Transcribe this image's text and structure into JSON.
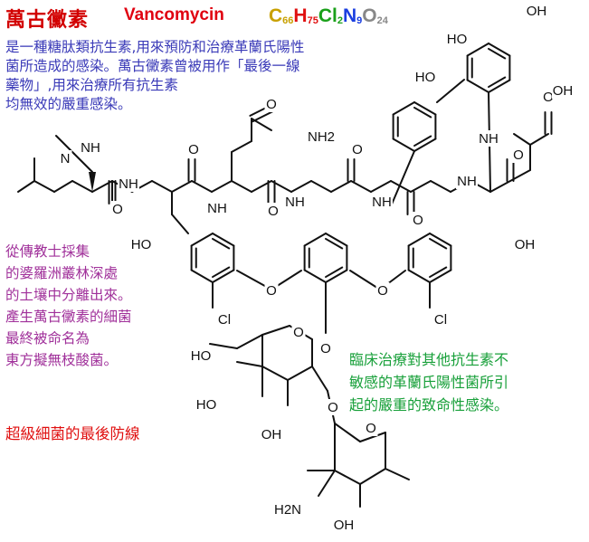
{
  "header": {
    "title_cn": "萬古黴素",
    "title_en": "Vancomycin",
    "formula": [
      {
        "el": "C",
        "n": "66"
      },
      {
        "el": "H",
        "n": "75"
      },
      {
        "el": "Cl",
        "n": "2"
      },
      {
        "el": "N",
        "n": "9"
      },
      {
        "el": "O",
        "n": "24"
      }
    ]
  },
  "description": [
    "是一種糖肽類抗生素,用來預防和治療革蘭氏陽性",
    "菌所造成的感染。萬古黴素曾被用作「最後一線",
    "藥物」,用來治療所有抗生素",
    "均無效的嚴重感染。"
  ],
  "origin": [
    "從傳教士採集",
    "的婆羅洲叢林深處",
    "的土壤中分離出來。",
    "產生萬古黴素的細菌",
    "最終被命名為",
    "東方擬無枝酸菌。"
  ],
  "usage": [
    "臨床治療對其他抗生素不",
    "敏感的革蘭氏陽性菌所引",
    "起的嚴重的致命性感染。"
  ],
  "slogan": "超級細菌的最後防線",
  "structure_labels": {
    "N": "N",
    "H": "H",
    "NH2": "NH2",
    "O": "O",
    "OH": "OH",
    "HO": "HO",
    "Cl": "Cl",
    "H2N": "H2N"
  },
  "colors": {
    "title": "#d20000",
    "description": "#3a3ab8",
    "origin": "#a0309a",
    "usage": "#18a03a",
    "slogan": "#e01010",
    "bonds": "#111111"
  }
}
